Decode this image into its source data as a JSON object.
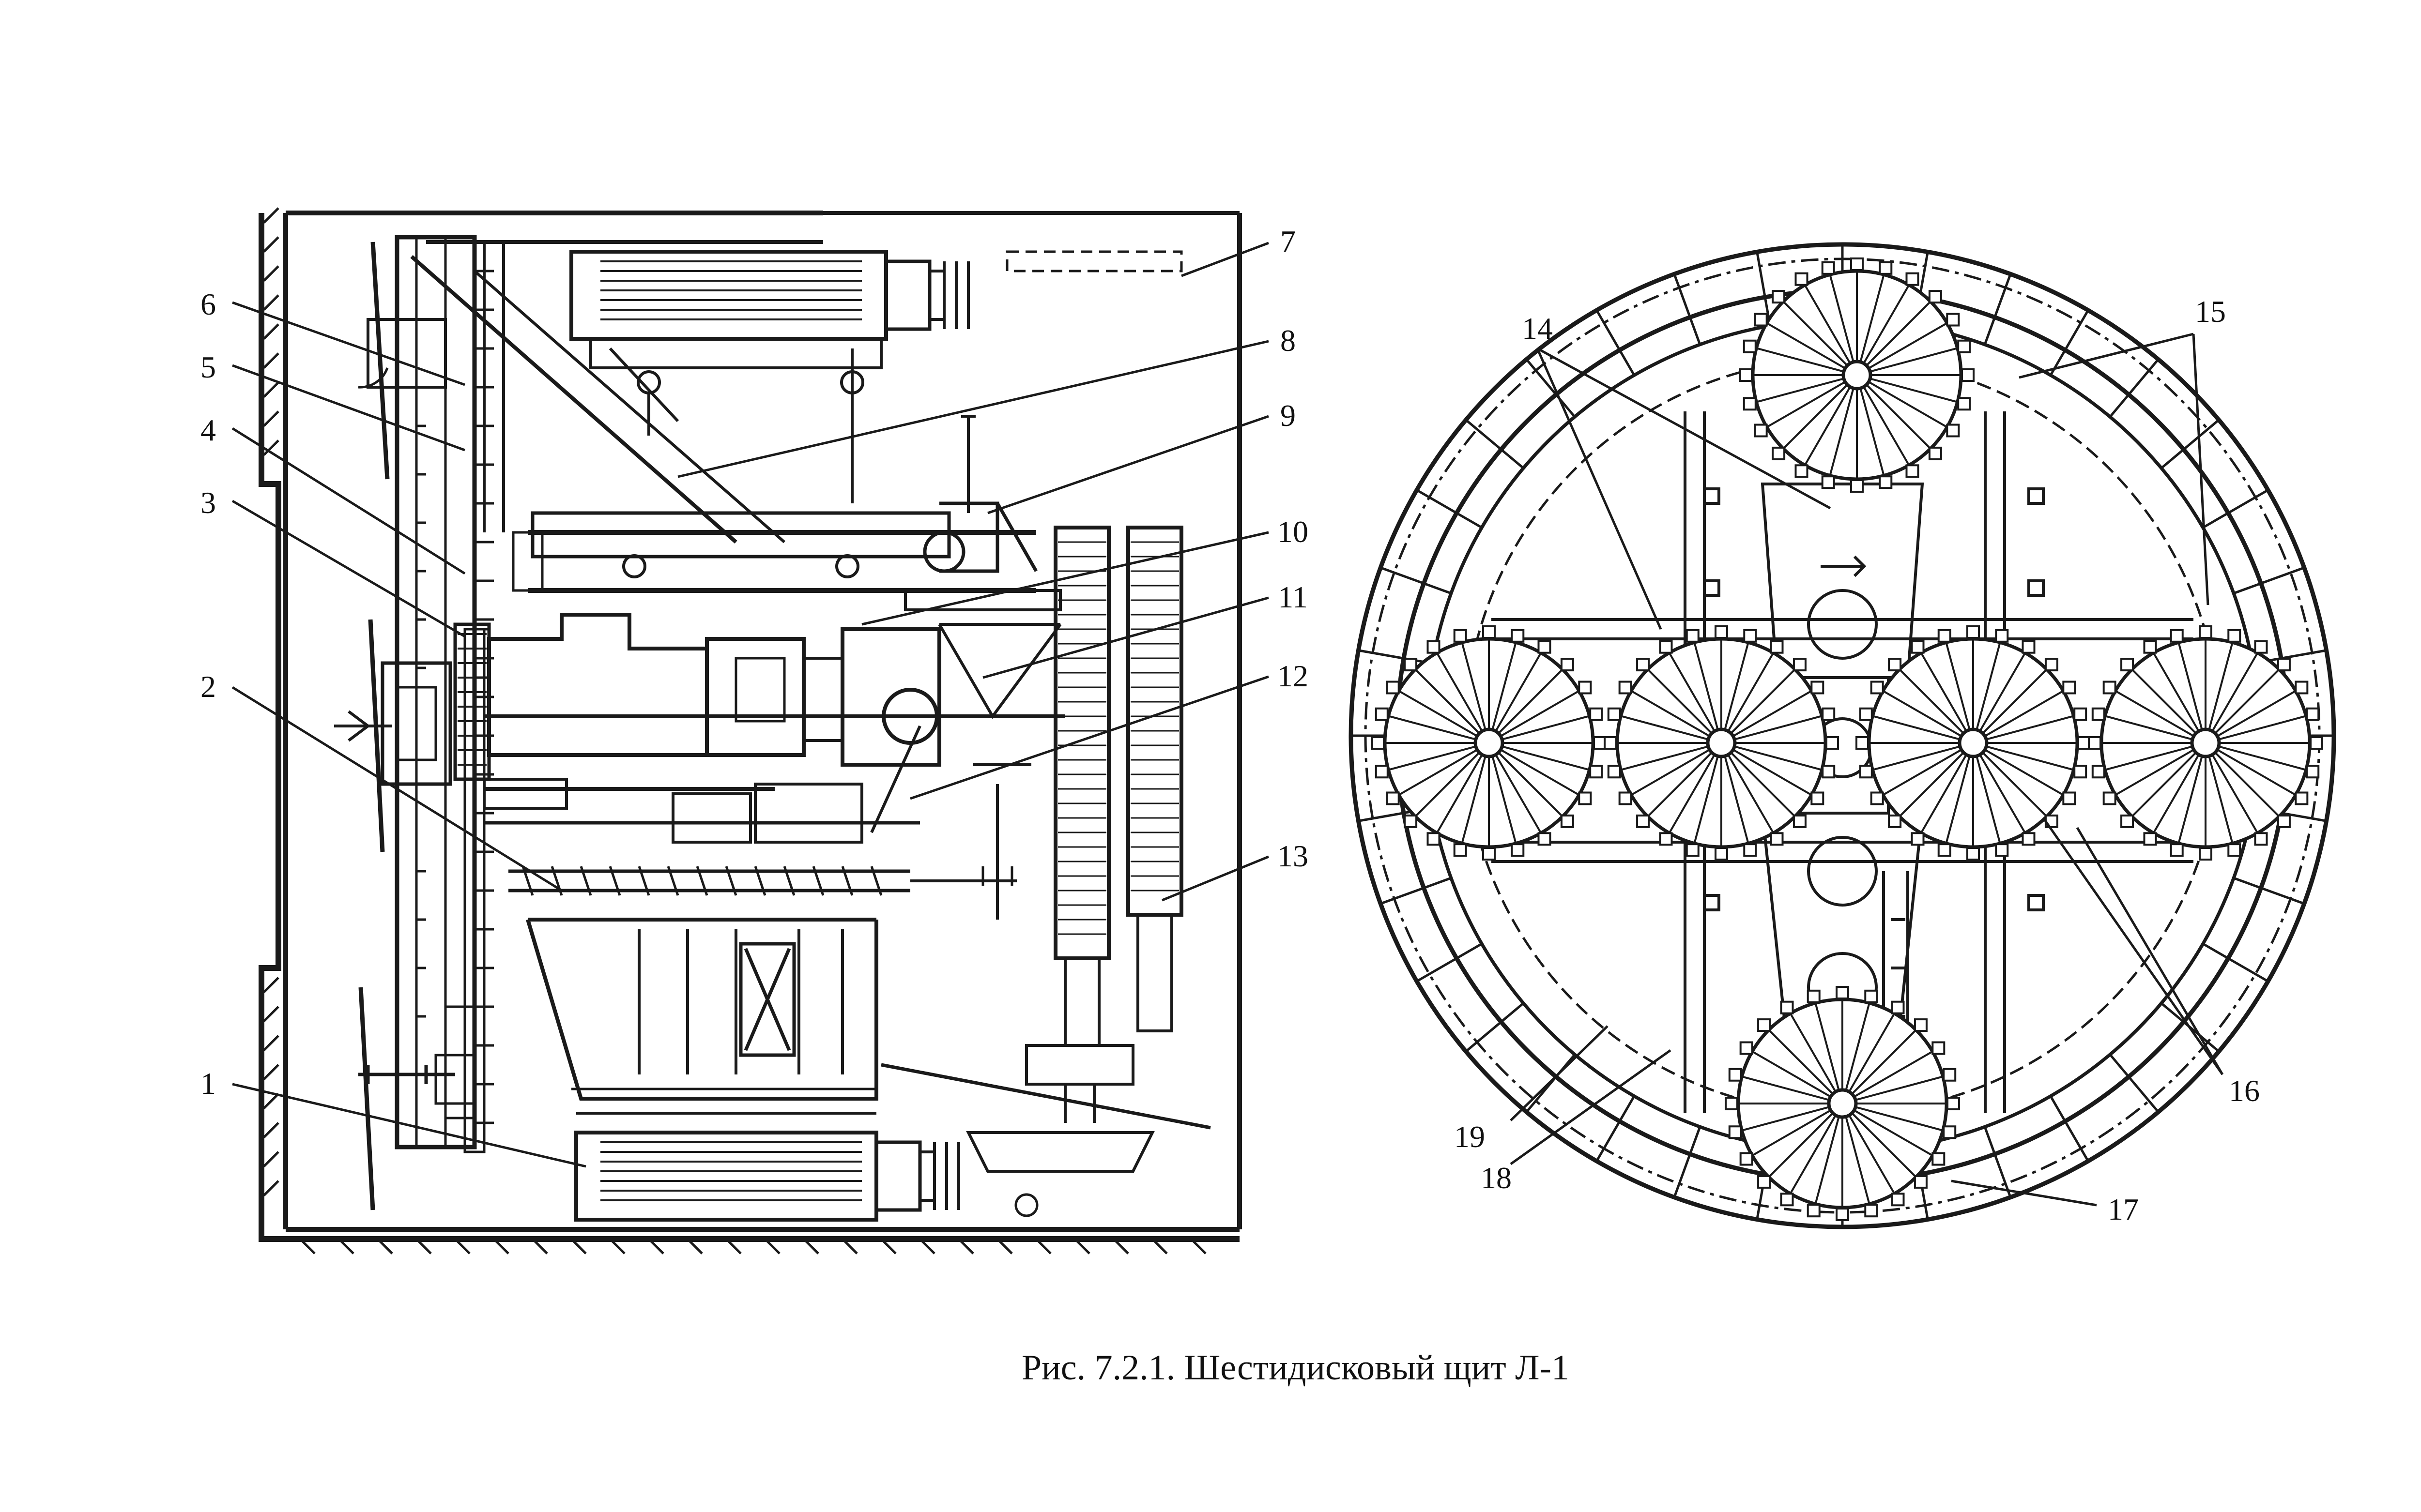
{
  "figure": {
    "caption": "Рис. 7.2.1. Шестидисковый щит Л-1",
    "ink_color": "#1a1a1a",
    "background": "#ffffff"
  },
  "side_view": {
    "labels": [
      "1",
      "2",
      "3",
      "4",
      "5",
      "6",
      "7",
      "8",
      "9",
      "10",
      "11",
      "12",
      "13"
    ]
  },
  "front_view": {
    "labels": [
      "14",
      "15",
      "16",
      "17",
      "18",
      "19"
    ],
    "cutter_disc_count": 6
  }
}
